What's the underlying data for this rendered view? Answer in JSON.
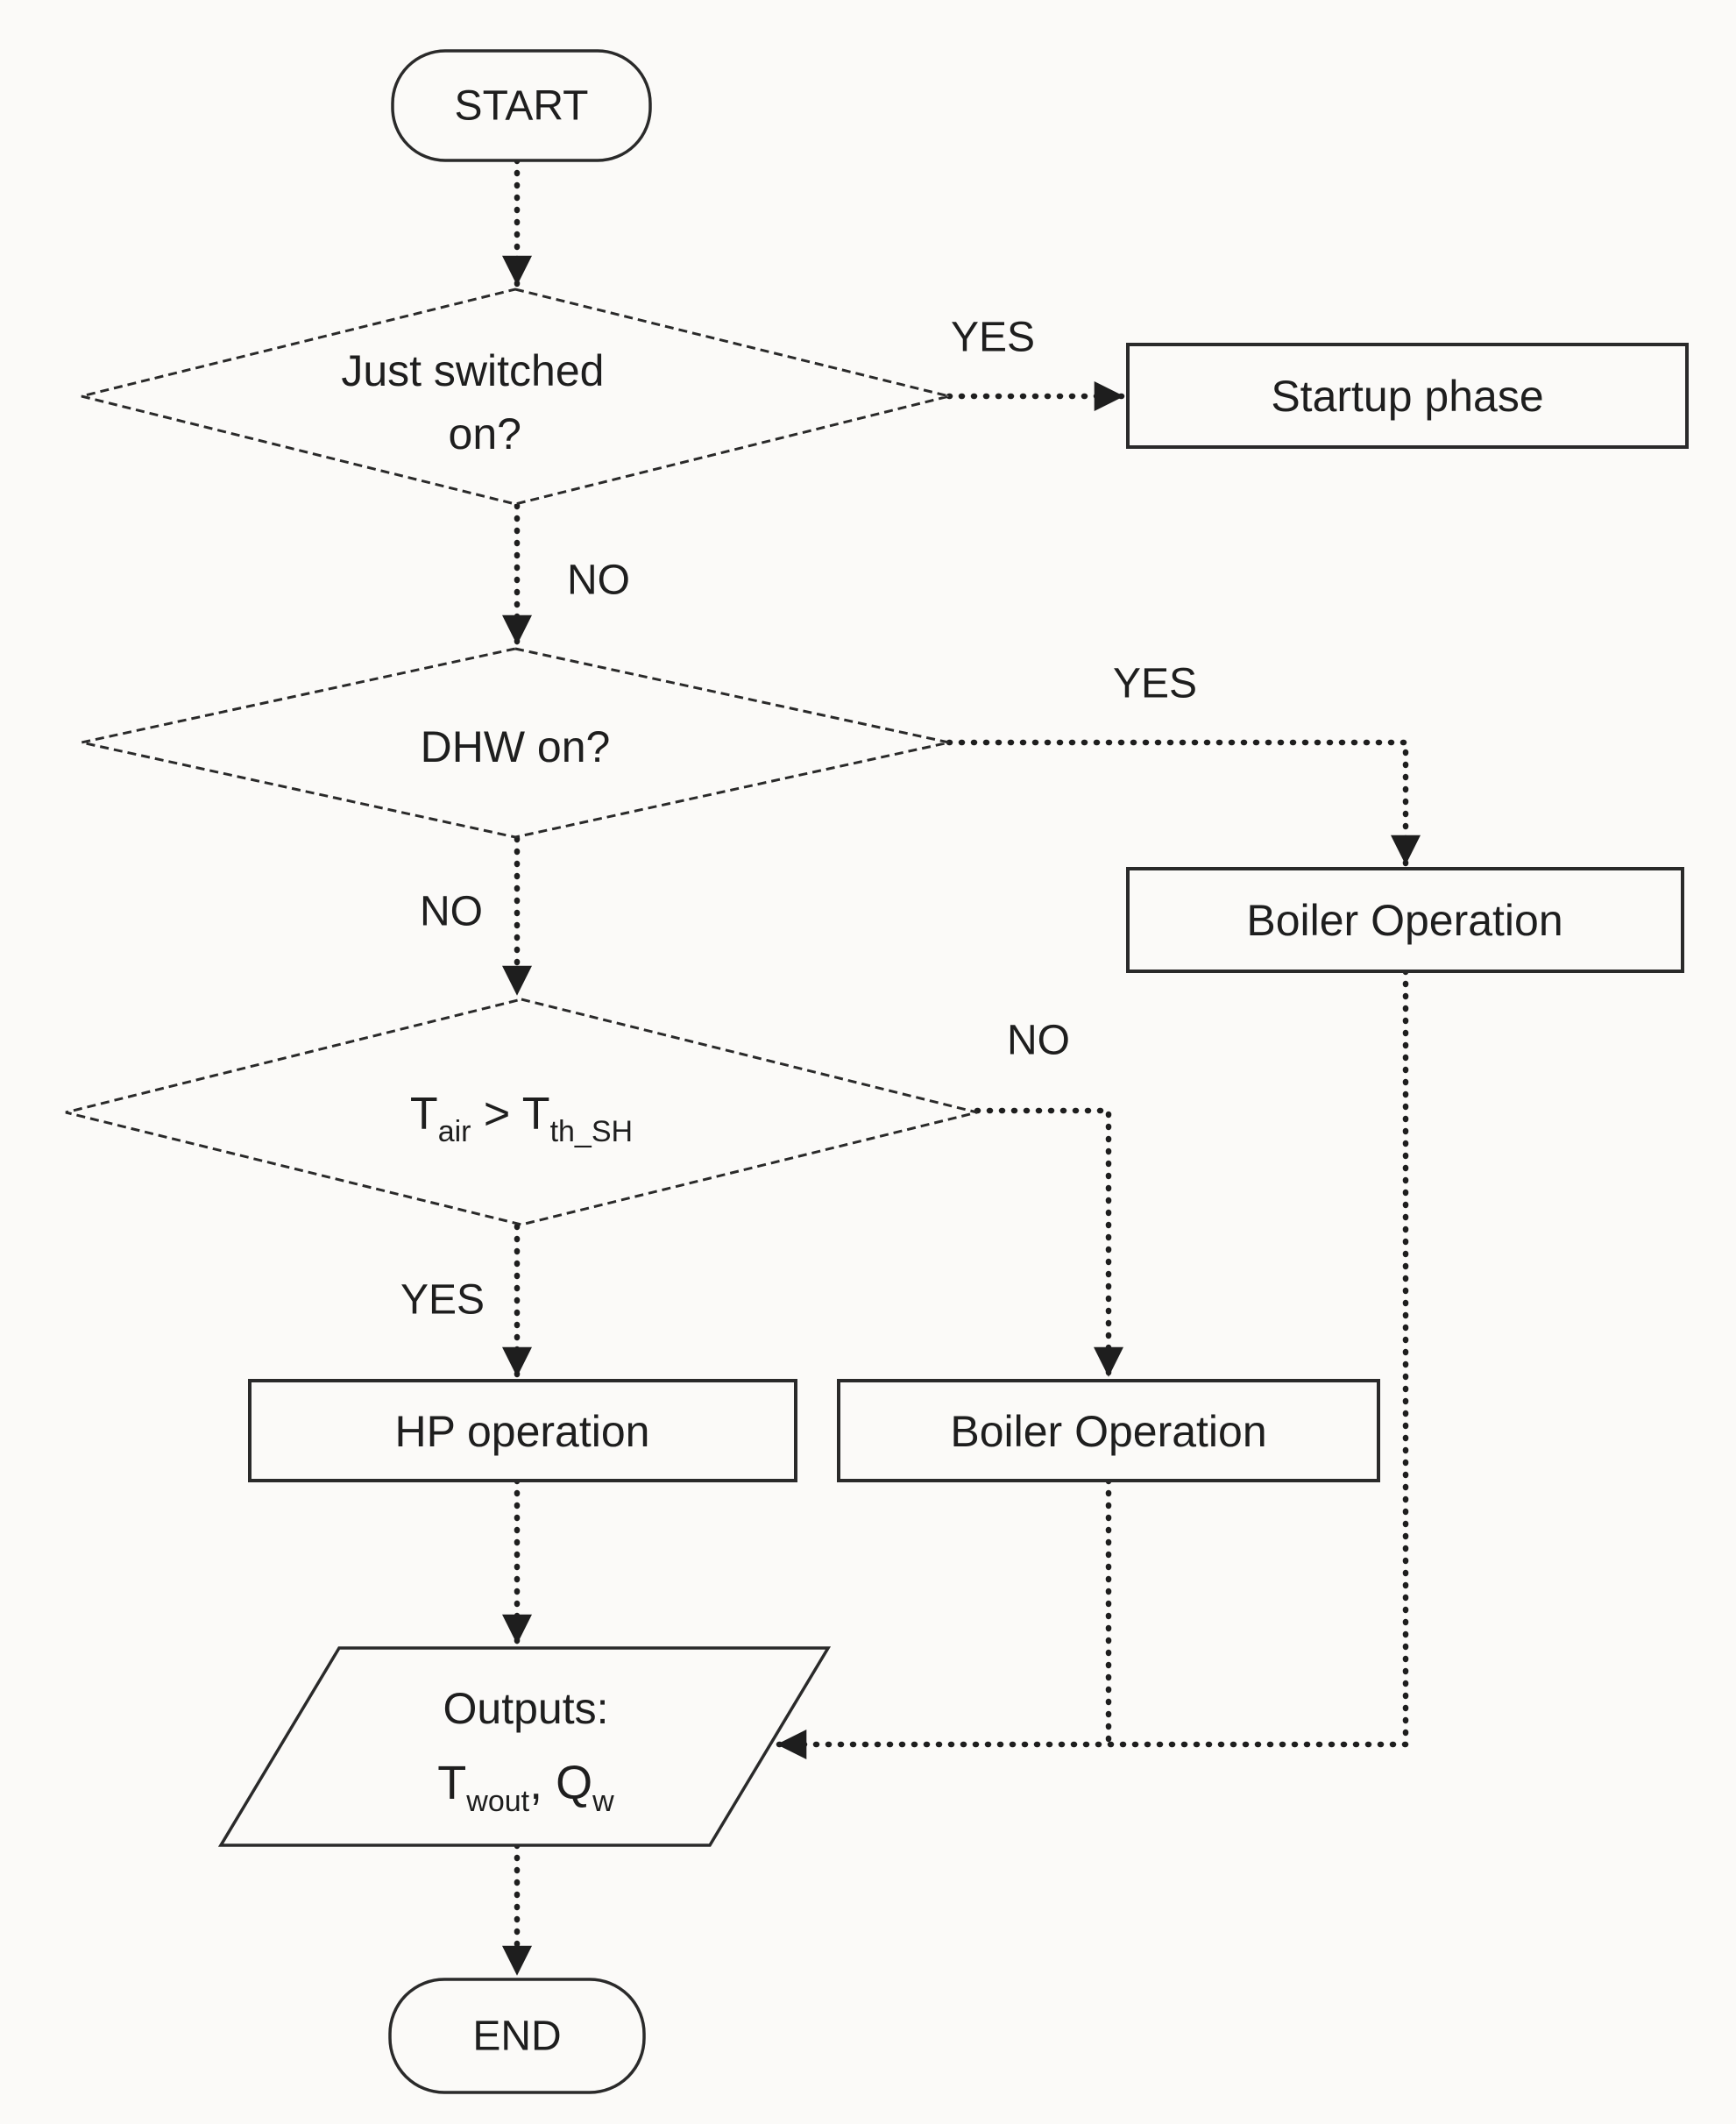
{
  "page": {
    "background_color": "#fbfaf8",
    "ink_color": "#1e1e1e",
    "description": "Control-logic flowchart: startup, DHW and space-heating decision between heat pump and boiler operation"
  },
  "nodes": {
    "start": {
      "label": "START"
    },
    "just_switched": {
      "line1": "Just switched",
      "line2": "on?"
    },
    "startup_phase": {
      "label": "Startup phase"
    },
    "dhw": {
      "label": "DHW on?"
    },
    "boiler_right": {
      "label": "Boiler Operation"
    },
    "t_air_check": {
      "t1": "T",
      "s1": "air",
      "t2": " > T",
      "s2": "th_SH"
    },
    "hp": {
      "label": "HP operation"
    },
    "boiler_mid": {
      "label": "Boiler Operation"
    },
    "outputs": {
      "line1": "Outputs:",
      "t1": "T",
      "s1": "wout",
      "t2": ", Q",
      "s2": "w"
    },
    "end": {
      "label": "END"
    }
  },
  "edge_labels": {
    "yes1": "YES",
    "no1": "NO",
    "yes2": "YES",
    "no2": "NO",
    "no3": "NO",
    "yes3": "YES"
  }
}
